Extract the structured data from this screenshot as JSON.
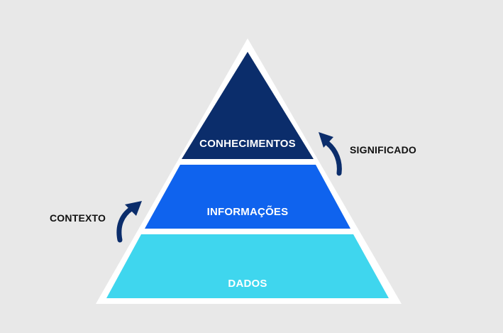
{
  "pyramid": {
    "levels": [
      {
        "label": "CONHECIMENTOS",
        "color": "#0b2d6b"
      },
      {
        "label": "INFORMAÇÕES",
        "color": "#0f63ee"
      },
      {
        "label": "DADOS",
        "color": "#3fd6ee"
      }
    ],
    "outline_color": "#ffffff"
  },
  "annotations": {
    "left_label": "CONTEXTO",
    "right_label": "SIGNIFICADO",
    "arrow_color": "#0b2d6b"
  },
  "background_color": "#e8e8e8"
}
